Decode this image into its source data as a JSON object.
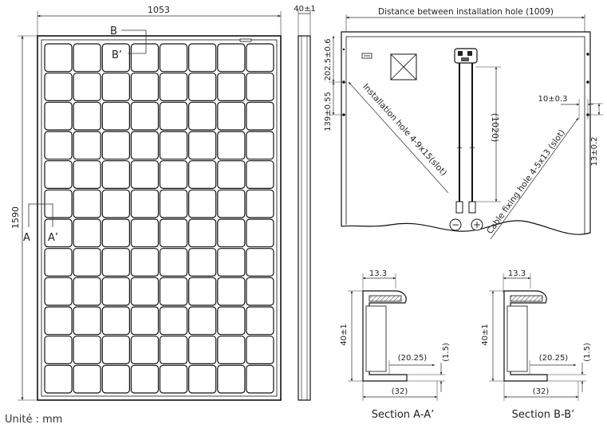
{
  "front": {
    "width_label": "1053",
    "height_label": "1590",
    "cell_cols": 8,
    "cell_rows": 12,
    "section_b": "B",
    "section_b_prime": "B’",
    "section_a": "A",
    "section_a_prime": "A’"
  },
  "side": {
    "thickness_label": "40±1"
  },
  "back": {
    "top_label": "Distance between installation hole (1009)",
    "dim_202": "202.5±0.6",
    "dim_139": "139±0.55",
    "install_hole": "Installation hole 4-9x15(slot)",
    "cable_length": "(1020)",
    "dim_10": "10±0.3",
    "dim_13": "13±0.2",
    "cable_fixing": "Cable fixing hole 4-5x13 (slot)",
    "minus": "−",
    "plus": "+"
  },
  "section_a_view": {
    "top_width": "13.3",
    "height": "40±1",
    "inner_width": "(20.25)",
    "thickness": "(1.5)",
    "bottom_width": "(32)",
    "caption": "Section A-A’"
  },
  "section_b_view": {
    "top_width": "13.3",
    "height": "40±1",
    "inner_width": "(20.25)",
    "thickness": "(1.5)",
    "bottom_width": "(32)",
    "caption": "Section B-B’"
  },
  "footer": {
    "unit": "Unité : mm"
  }
}
